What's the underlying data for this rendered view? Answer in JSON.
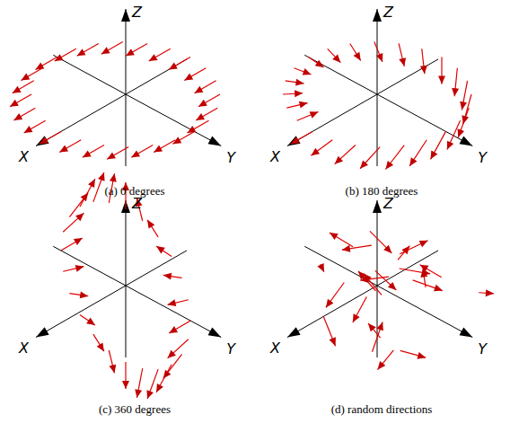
{
  "diagram": {
    "labels": [
      "Z",
      "X",
      "Y",
      "(a) 0 degrees",
      "Z",
      "X",
      "Y",
      "(b) 180 degrees",
      "Z",
      "X",
      "Y",
      "(c) 360 degrees",
      "Z",
      "X",
      "Y",
      "(d) random directions"
    ]
  }
}
